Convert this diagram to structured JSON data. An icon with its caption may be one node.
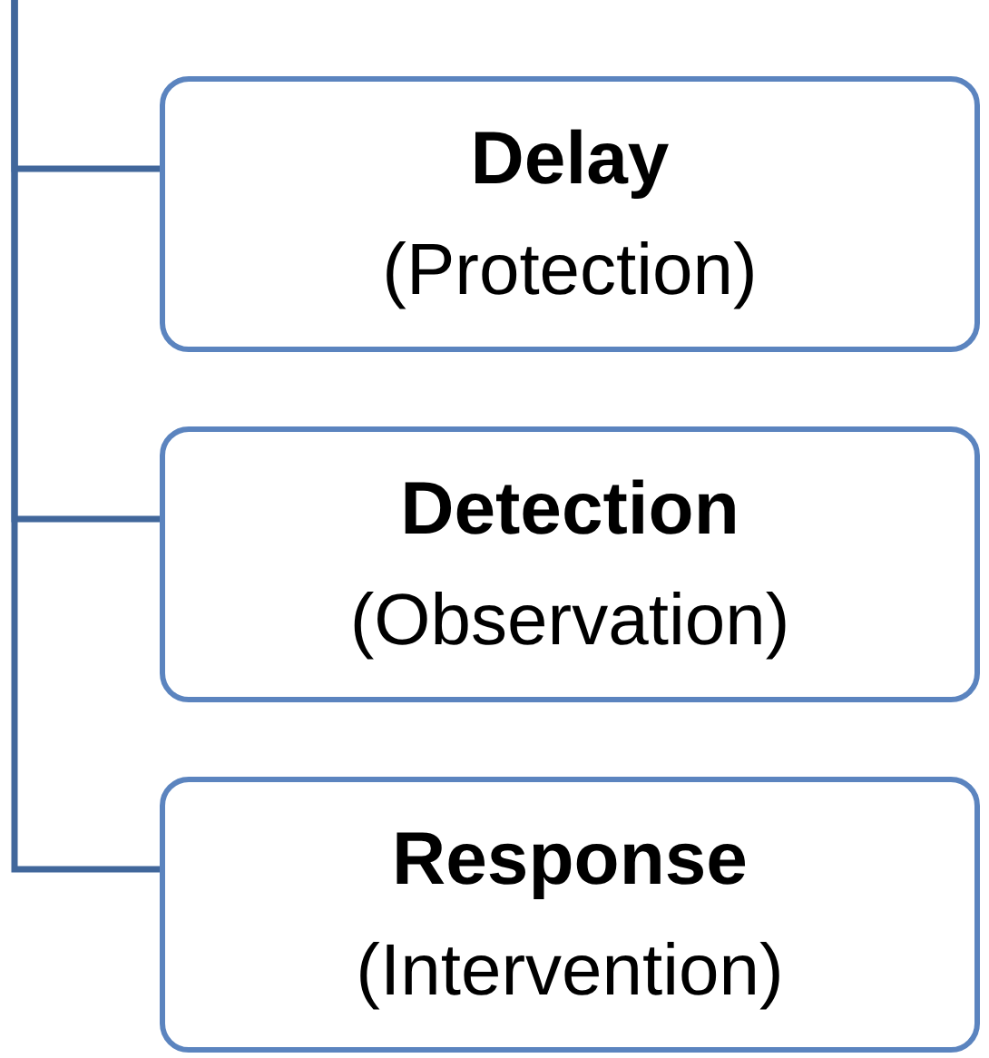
{
  "diagram": {
    "nodes": [
      {
        "text": [
          "Delay",
          "(Protection)"
        ]
      },
      {
        "text": [
          "Detection",
          "(Observation)"
        ]
      },
      {
        "text": [
          "Response",
          "(Intervention)"
        ]
      }
    ],
    "edges": [
      {
        "from": null,
        "to": 0,
        "arrow": "none"
      },
      {
        "from": null,
        "to": 1,
        "arrow": "none"
      },
      {
        "from": null,
        "to": 2,
        "arrow": "none"
      }
    ]
  }
}
